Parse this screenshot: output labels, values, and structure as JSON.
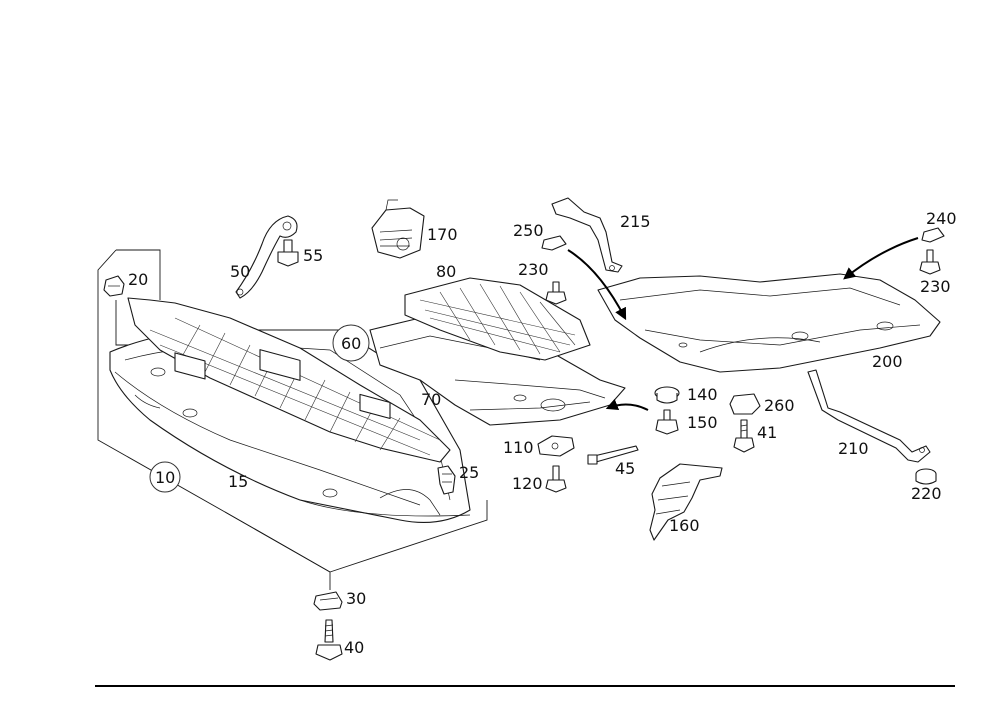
{
  "labels": {
    "p10": "10",
    "p15": "15",
    "p20": "20",
    "p25": "25",
    "p30": "30",
    "p40": "40",
    "p41": "41",
    "p45": "45",
    "p50": "50",
    "p55": "55",
    "p60": "60",
    "p70": "70",
    "p80": "80",
    "p110": "110",
    "p120": "120",
    "p140": "140",
    "p150": "150",
    "p160": "160",
    "p170": "170",
    "p200": "200",
    "p210": "210",
    "p215": "215",
    "p220": "220",
    "p230a": "230",
    "p230b": "230",
    "p240": "240",
    "p250": "250",
    "p260": "260"
  },
  "colors": {
    "line": "#1a1a1a",
    "fill": "#ffffff",
    "shade": "#d9d9d9"
  }
}
